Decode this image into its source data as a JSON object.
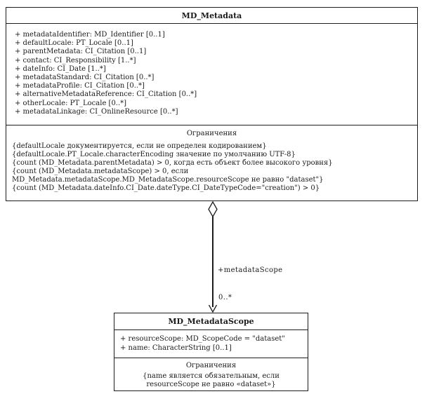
{
  "diagram": {
    "class_md_metadata": {
      "title": "MD_Metadata",
      "attributes": [
        "+  metadataIdentifier:  MD_Identifier [0..1]",
        "+  defaultLocale:  PT_Locale [0..1]",
        "+  parentMetadata:  CI_Citation [0..1]",
        "+  contact:  CI_Responsibility [1..*]",
        "+  dateInfo:  CI_Date [1..*]",
        "+  metadataStandard:  CI_Citation [0..*]",
        "+  metadataProfile:  CI_Citation [0..*]",
        "+  alternativeMetadataReference:  CI_Citation [0..*]",
        "+  otherLocale:  PT_Locale [0..*]",
        "+  metadataLinkage:  CI_OnlineResource [0..*]"
      ],
      "constraints_header": "Ограничения",
      "constraints": [
        "{defaultLocale документируется, если не определен кодированием}",
        "{defaultLocale.PT_Locale.characterEncoding значение по умолчанию UTF-8}",
        "{count (MD_Metadata.parentMetadata) > 0, когда есть объект более высокого уровня}",
        "{count (MD_Metadata.metadataScope) > 0, если MD_Metadata.metadataScope.MD_MetadataScope.resourceScope не равно \"dataset\"}",
        "{count (MD_Metadata.dateInfo.CI_Date.dateType.CI_DateTypeCode=\"creation\") > 0}"
      ]
    },
    "association": {
      "role_label": "+metadataScope",
      "multiplicity": "0..*"
    },
    "class_md_metadatascope": {
      "title": "MD_MetadataScope",
      "attributes": [
        "+  resourceScope:  MD_ScopeCode = \"dataset\"",
        "+  name:  CharacterString [0..1]"
      ],
      "constraints_header": "Ограничения",
      "constraints": [
        "{name является обязательным, если resourceScope не равно «dataset»}"
      ]
    }
  },
  "colors": {
    "line": "#1c1c1c",
    "background": "#ffffff"
  }
}
